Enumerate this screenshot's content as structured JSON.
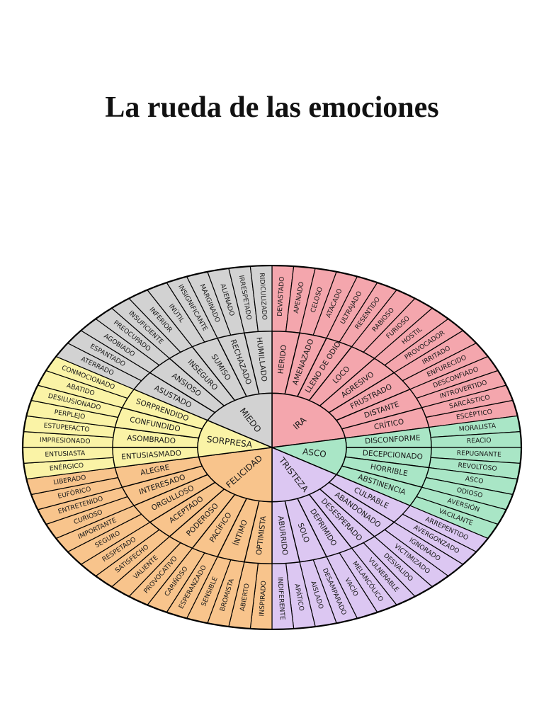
{
  "title": "La rueda de las emociones",
  "colors": {
    "ira": "#f4a6ad",
    "asco": "#a9e6c6",
    "tristeza": "#dcc7f2",
    "felicidad": "#f8c48c",
    "sorpresa": "#faf3a6",
    "miedo": "#d2d2d2",
    "stroke": "#000000"
  },
  "wheel": [
    {
      "core": "IRA",
      "color_key": "ira",
      "groups": [
        {
          "mid": "HERIDO",
          "outer": [
            "DEVASTADO",
            "APENADO"
          ]
        },
        {
          "mid": "AMENAZADO",
          "outer": [
            "CELOSO",
            "ATACADO"
          ]
        },
        {
          "mid": "LLENO DE ODIO",
          "outer": [
            "ULTRAJADO",
            "RESENTIDO"
          ]
        },
        {
          "mid": "LOCO",
          "outer": [
            "RABIOSO",
            "FURIOSO"
          ]
        },
        {
          "mid": "AGRESIVO",
          "outer": [
            "HOSTIL",
            "PROVOCADOR"
          ]
        },
        {
          "mid": "FRUSTRADO",
          "outer": [
            "IRRITADO",
            "ENFURECIDO"
          ]
        },
        {
          "mid": "DISTANTE",
          "outer": [
            "DESCONFIADO",
            "INTROVERTIDO"
          ]
        },
        {
          "mid": "CRÍTICO",
          "outer": [
            "SARCÁSTICO",
            "ESCÉPTICO"
          ]
        }
      ]
    },
    {
      "core": "ASCO",
      "color_key": "asco",
      "groups": [
        {
          "mid": "DISCONFORME",
          "outer": [
            "MORALISTA",
            "REACIO"
          ]
        },
        {
          "mid": "DECEPCIONADO",
          "outer": [
            "REPUGNANTE",
            "REVOLTOSO"
          ]
        },
        {
          "mid": "HORRIBLE",
          "outer": [
            "ASCO",
            "ODIOSO"
          ]
        },
        {
          "mid": "ABSTINENCIA",
          "outer": [
            "AVERSIÓN",
            "VACILANTE"
          ]
        }
      ]
    },
    {
      "core": "TRISTEZA",
      "color_key": "tristeza",
      "groups": [
        {
          "mid": "CULPABLE",
          "outer": [
            "ARREPENTIDO",
            "AVERGONZADO"
          ]
        },
        {
          "mid": "ABANDONADO",
          "outer": [
            "IGNORADO",
            "VICTIMIZADO"
          ]
        },
        {
          "mid": "DESESPERADO",
          "outer": [
            "DESVALIDO",
            "VULNERABLE"
          ]
        },
        {
          "mid": "DEPRIMIDO",
          "outer": [
            "MELANCÓLICO",
            "VACÍO"
          ]
        },
        {
          "mid": "SOLO",
          "outer": [
            "DESAMPARADO",
            "AISLADO"
          ]
        },
        {
          "mid": "ABURRIDO",
          "outer": [
            "APÁTICO",
            "INDIFERENTE"
          ]
        }
      ]
    },
    {
      "core": "FELICIDAD",
      "color_key": "felicidad",
      "groups": [
        {
          "mid": "OPTIMISTA",
          "outer": [
            "INSPIRADO",
            "ABIERTO"
          ]
        },
        {
          "mid": "ÍNTIMO",
          "outer": [
            "BROMISTA",
            "SENSIBLE"
          ]
        },
        {
          "mid": "PACÍFICO",
          "outer": [
            "ESPERANZADO",
            "CARIÑOSO"
          ]
        },
        {
          "mid": "PODEROSO",
          "outer": [
            "PROVOCATIVO",
            "VALIENTE"
          ]
        },
        {
          "mid": "ACEPTADO",
          "outer": [
            "SATISFECHO",
            "RESPETADO"
          ]
        },
        {
          "mid": "ORGULLOSO",
          "outer": [
            "SEGURO",
            "IMPORTANTE"
          ]
        },
        {
          "mid": "INTERESADO",
          "outer": [
            "CURIOSO",
            "ENTRETENIDO"
          ]
        },
        {
          "mid": "ALEGRE",
          "outer": [
            "EUFÓRICO",
            "LIBERADO"
          ]
        }
      ]
    },
    {
      "core": "SORPRESA",
      "color_key": "sorpresa",
      "groups": [
        {
          "mid": "ENTUSIASMADO",
          "outer": [
            "ENÉRGICO",
            "ENTUSIASTA"
          ]
        },
        {
          "mid": "ASOMBRADO",
          "outer": [
            "IMPRESIONADO",
            "ESTUPEFACTO"
          ]
        },
        {
          "mid": "CONFUNDIDO",
          "outer": [
            "PERPLEJO",
            "DESILUSIONADO"
          ]
        },
        {
          "mid": "SORPRENDIDO",
          "outer": [
            "ABATIDO",
            "CONMOCIONADO"
          ]
        }
      ]
    },
    {
      "core": "MIEDO",
      "color_key": "miedo",
      "groups": [
        {
          "mid": "ASUSTADO",
          "outer": [
            "ATERRADO",
            "ESPANTADO"
          ]
        },
        {
          "mid": "ANSIOSO",
          "outer": [
            "AGOBIADO",
            "PREOCUPADO"
          ]
        },
        {
          "mid": "INSEGURO",
          "outer": [
            "INSUFICIENTE",
            "INFERIOR"
          ]
        },
        {
          "mid": "SUMISO",
          "outer": [
            "INÚTIL",
            "INSIGNIFICANTE"
          ]
        },
        {
          "mid": "RECHAZADO",
          "outer": [
            "MARGINADO",
            "ALIENADO"
          ]
        },
        {
          "mid": "HUMILLADO",
          "outer": [
            "IRRESPETADO",
            "RIDICULIZADO"
          ]
        }
      ]
    }
  ]
}
